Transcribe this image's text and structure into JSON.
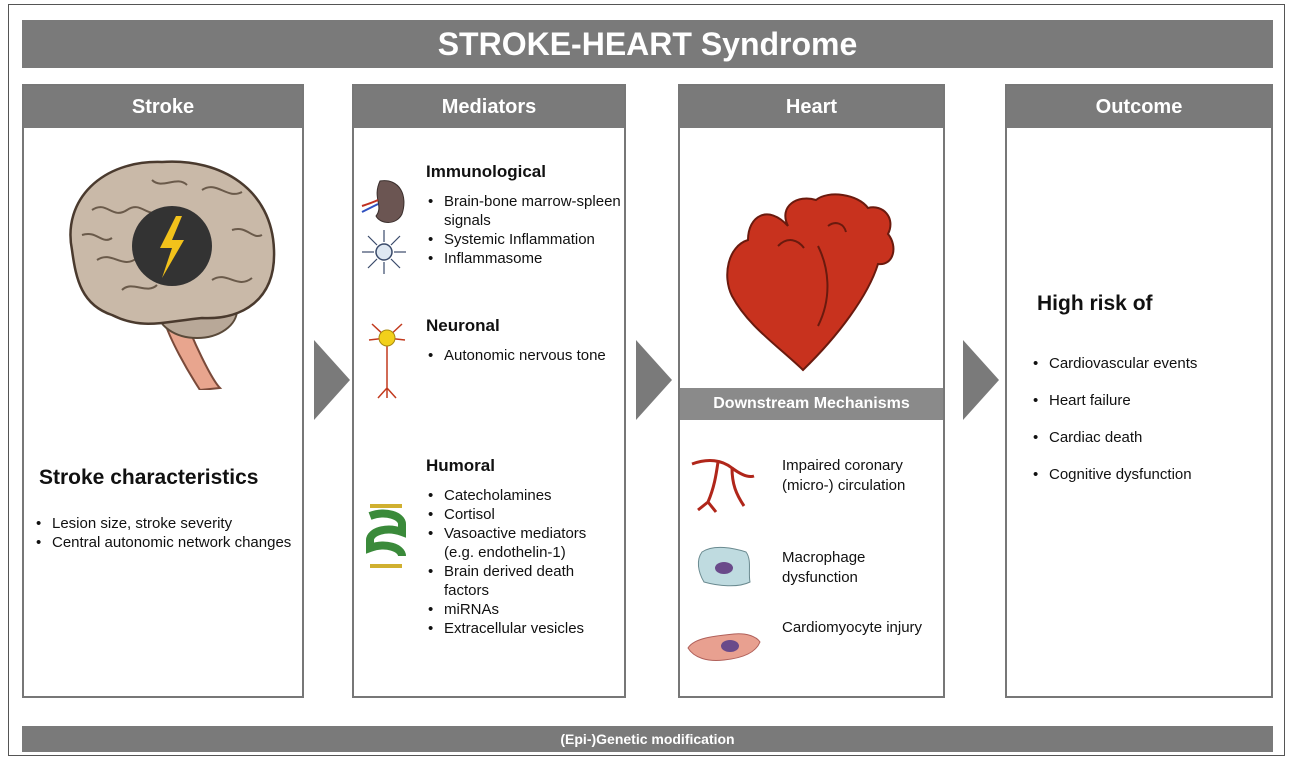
{
  "title": "STROKE-HEART Syndrome",
  "stroke": {
    "header": "Stroke",
    "characteristics_title": "Stroke characteristics",
    "items": [
      "Lesion size, stroke severity",
      "Central autonomic network changes"
    ]
  },
  "mediators": {
    "header": "Mediators",
    "immunological": {
      "title": "Immunological",
      "items": [
        "Brain-bone marrow-spleen signals",
        "Systemic Inflammation",
        "Inflammasome"
      ]
    },
    "neuronal": {
      "title": "Neuronal",
      "items": [
        "Autonomic nervous tone"
      ]
    },
    "humoral": {
      "title": "Humoral",
      "items": [
        "Catecholamines",
        "Cortisol",
        "Vasoactive mediators (e.g. endothelin-1)",
        "Brain derived death factors",
        "miRNAs",
        "Extracellular vesicles"
      ]
    }
  },
  "heart": {
    "header": "Heart",
    "downstream_title": "Downstream Mechanisms",
    "mechanisms": [
      "Impaired coronary (micro-) circulation",
      "Macrophage dysfunction",
      "Cardiomyocyte injury"
    ]
  },
  "outcome": {
    "header": "Outcome",
    "lead": "High risk of",
    "items": [
      "Cardiovascular events",
      "Heart failure",
      "Cardiac death",
      "Cognitive dysfunction"
    ]
  },
  "footer": "(Epi-)Genetic modification",
  "colors": {
    "bar": "#7a7a7a",
    "heart": "#c8321e",
    "brain": "#c9b9a8",
    "lightning": "#f2c21b"
  }
}
